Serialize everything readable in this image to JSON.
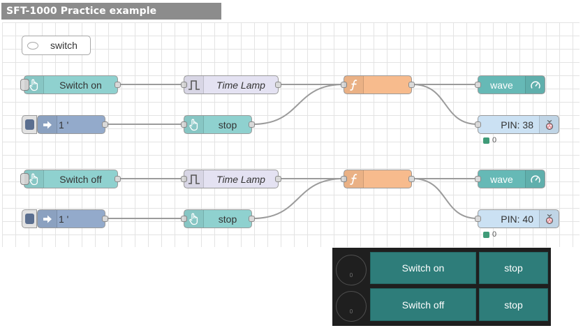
{
  "title": "SFT-1000 Practice example Programming",
  "comment": {
    "label": "switch",
    "icon": "comment-icon"
  },
  "flow1": {
    "button": {
      "label": "Switch on",
      "icon": "hand-pointer-icon"
    },
    "inject": {
      "label": "1 '",
      "icon": "arrow-right-icon"
    },
    "trigger": {
      "label": "Time Lamp",
      "icon": "pulse-icon"
    },
    "stop": {
      "label": "stop",
      "icon": "hand-pointer-icon"
    },
    "function": {
      "label": "",
      "icon": "function-icon"
    },
    "gauge": {
      "label": "wave",
      "icon": "gauge-icon"
    },
    "pin": {
      "label": "PIN: 38",
      "icon": "raspberry-pi-icon"
    },
    "status": "0"
  },
  "flow2": {
    "button": {
      "label": "Switch off",
      "icon": "hand-pointer-icon"
    },
    "inject": {
      "label": "1 '",
      "icon": "arrow-right-icon"
    },
    "trigger": {
      "label": "Time Lamp",
      "icon": "pulse-icon"
    },
    "stop": {
      "label": "stop",
      "icon": "hand-pointer-icon"
    },
    "function": {
      "label": "",
      "icon": "function-icon"
    },
    "gauge": {
      "label": "wave",
      "icon": "gauge-icon"
    },
    "pin": {
      "label": "PIN: 40",
      "icon": "raspberry-pi-icon"
    },
    "status": "0"
  },
  "dashboard": {
    "row1": {
      "gauge_value": "0",
      "switch_label": "Switch on",
      "stop_label": "stop"
    },
    "row2": {
      "gauge_value": "0",
      "switch_label": "Switch off",
      "stop_label": "stop"
    }
  },
  "colors": {
    "ui_node": "#8fd1cf",
    "trigger_node": "#e4e2f2",
    "function_node": "#f7bb8d",
    "gauge_node": "#66b9b6",
    "pin_node": "#cbe1f3",
    "inject_node": "#93aacb",
    "dashboard_bg": "#1f1f1f",
    "dashboard_button": "#2e7d7a",
    "status_dot": "#3f9b78"
  }
}
